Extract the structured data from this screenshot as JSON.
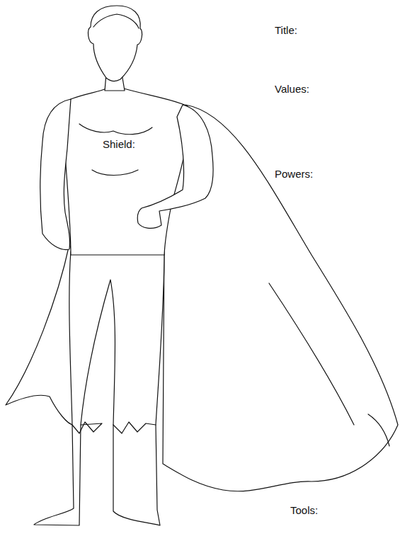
{
  "diagram": {
    "labels": [
      "Title:",
      "Values:",
      "Shield:",
      "Powers:",
      "Tools:"
    ]
  }
}
